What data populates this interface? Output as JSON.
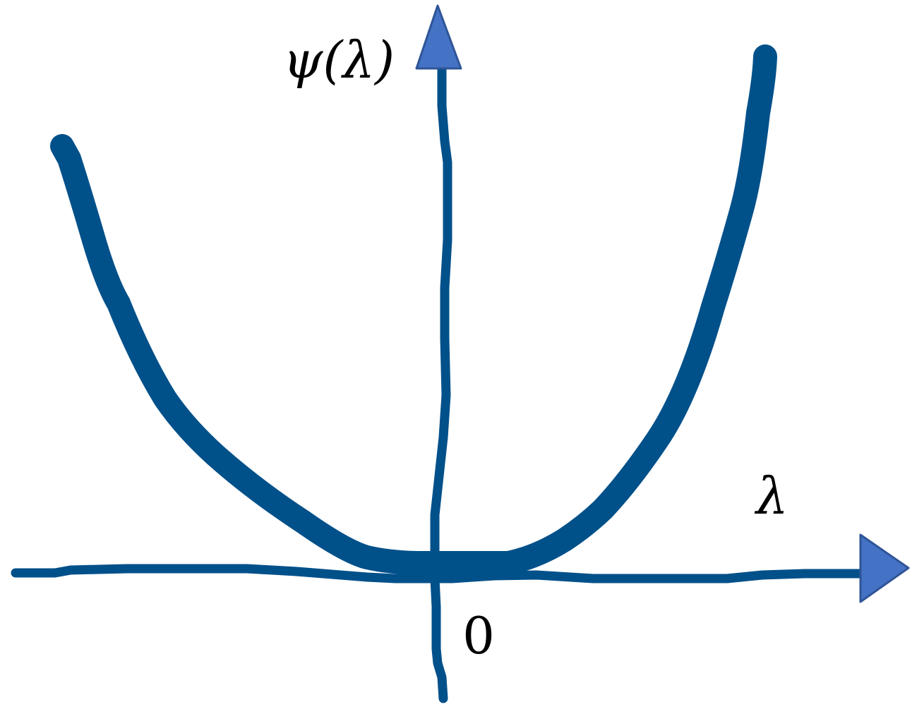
{
  "diagram": {
    "y_axis_label": "ψ(λ)",
    "x_axis_label": "λ",
    "origin_label": "0"
  },
  "colors": {
    "curve": "#00508A",
    "axes": "#00508A",
    "arrowheads": "#4472C4",
    "arrowhead_outline": "#2F5597",
    "text": "#000000"
  }
}
